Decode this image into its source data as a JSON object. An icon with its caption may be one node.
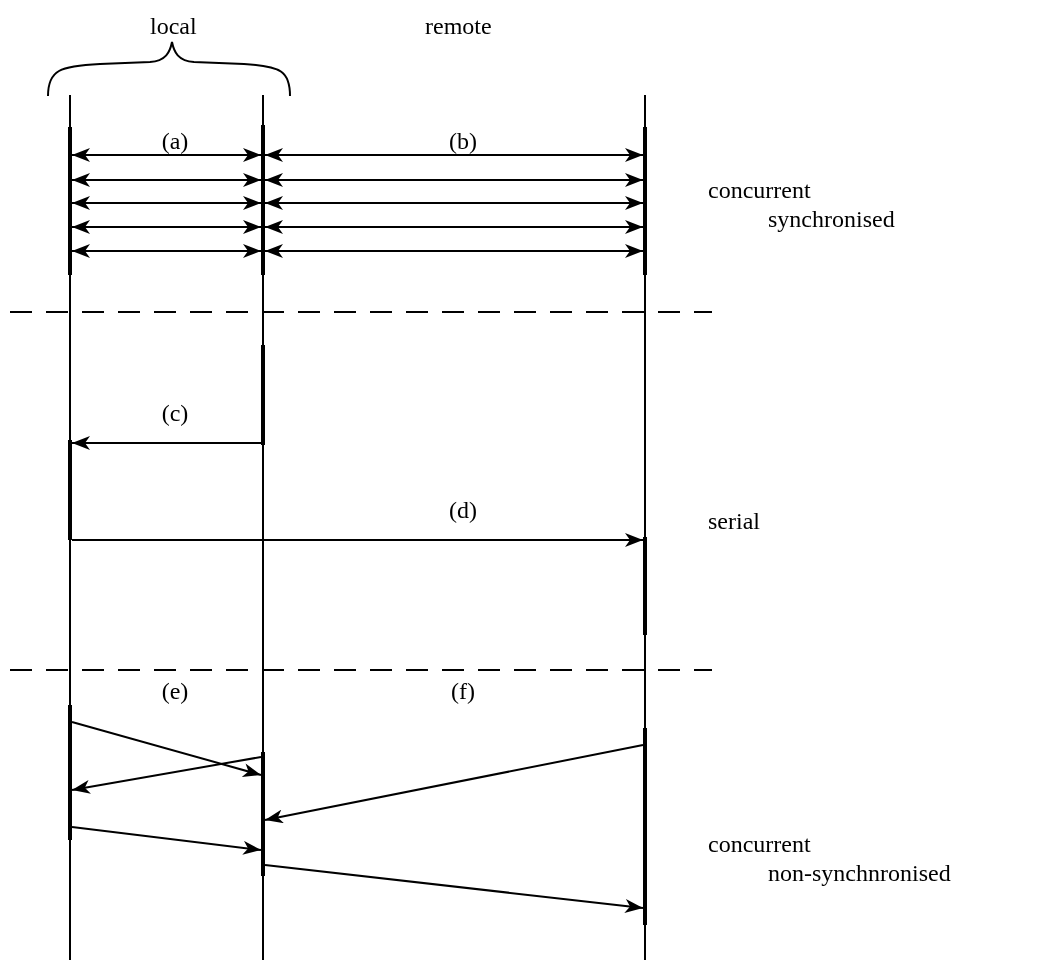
{
  "diagram": {
    "nodes": [
      {
        "text": [],
        "shape": "bar"
      },
      {
        "text": [],
        "shape": "bar"
      },
      {
        "text": [],
        "shape": "bar"
      },
      {
        "text": [],
        "shape": "bar"
      },
      {
        "text": [],
        "shape": "bar"
      },
      {
        "text": [],
        "shape": "bar"
      },
      {
        "text": [],
        "shape": "bar"
      },
      {
        "text": [],
        "shape": "bar"
      },
      {
        "text": [],
        "shape": "bar"
      }
    ],
    "edges": [
      {
        "from": 0,
        "to": 1,
        "arrow": "both",
        "label": "(a)"
      },
      {
        "from": 0,
        "to": 1,
        "arrow": "both"
      },
      {
        "from": 0,
        "to": 1,
        "arrow": "both"
      },
      {
        "from": 0,
        "to": 1,
        "arrow": "both"
      },
      {
        "from": 0,
        "to": 1,
        "arrow": "both"
      },
      {
        "from": 1,
        "to": 2,
        "arrow": "both",
        "label": "(b)"
      },
      {
        "from": 1,
        "to": 2,
        "arrow": "both"
      },
      {
        "from": 1,
        "to": 2,
        "arrow": "both"
      },
      {
        "from": 1,
        "to": 2,
        "arrow": "both"
      },
      {
        "from": 1,
        "to": 2,
        "arrow": "both"
      },
      {
        "from": 3,
        "to": 4,
        "arrow": "to",
        "label": "(c)"
      },
      {
        "from": 4,
        "to": 5,
        "arrow": "to",
        "label": "(d)"
      },
      {
        "from": 6,
        "to": 7,
        "arrow": "to",
        "label": "(e)"
      },
      {
        "from": 7,
        "to": 6,
        "arrow": "to"
      },
      {
        "from": 6,
        "to": 7,
        "arrow": "to"
      },
      {
        "from": 8,
        "to": 7,
        "arrow": "to",
        "label": "(f)"
      },
      {
        "from": 7,
        "to": 8,
        "arrow": "to"
      }
    ],
    "labels": [
      "local",
      "remote",
      "concurrent synchronised",
      "serial",
      "concurrent non-synchnronised"
    ]
  }
}
